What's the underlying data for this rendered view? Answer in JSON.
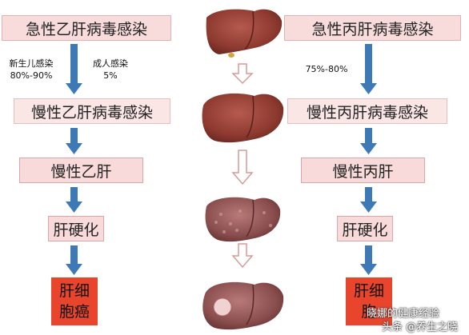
{
  "left": {
    "acute": "急性乙肝病毒感染",
    "note_newborn": [
      "新生儿感染",
      "80%-90%"
    ],
    "note_adult": [
      "成人感染",
      "5%"
    ],
    "chronic_infection": "慢性乙肝病毒感染",
    "chronic": "慢性乙肝",
    "cirrhosis": "肝硬化",
    "cancer": [
      "肝细",
      "胞癌"
    ]
  },
  "right": {
    "acute": "急性丙肝病毒感染",
    "note_rate": "75%-80%",
    "chronic_infection": "慢性丙肝病毒感染",
    "chronic": "慢性丙肝",
    "cirrhosis": "肝硬化",
    "cancer": [
      "肝细",
      "胞"
    ]
  },
  "watermark": {
    "line1": "晓娜的健康经验",
    "line2": "头条 @养生之晓"
  },
  "colors": {
    "arrow": "#3e79b7",
    "liver": "#8e3a30",
    "cancer_box": "#e8452c"
  }
}
